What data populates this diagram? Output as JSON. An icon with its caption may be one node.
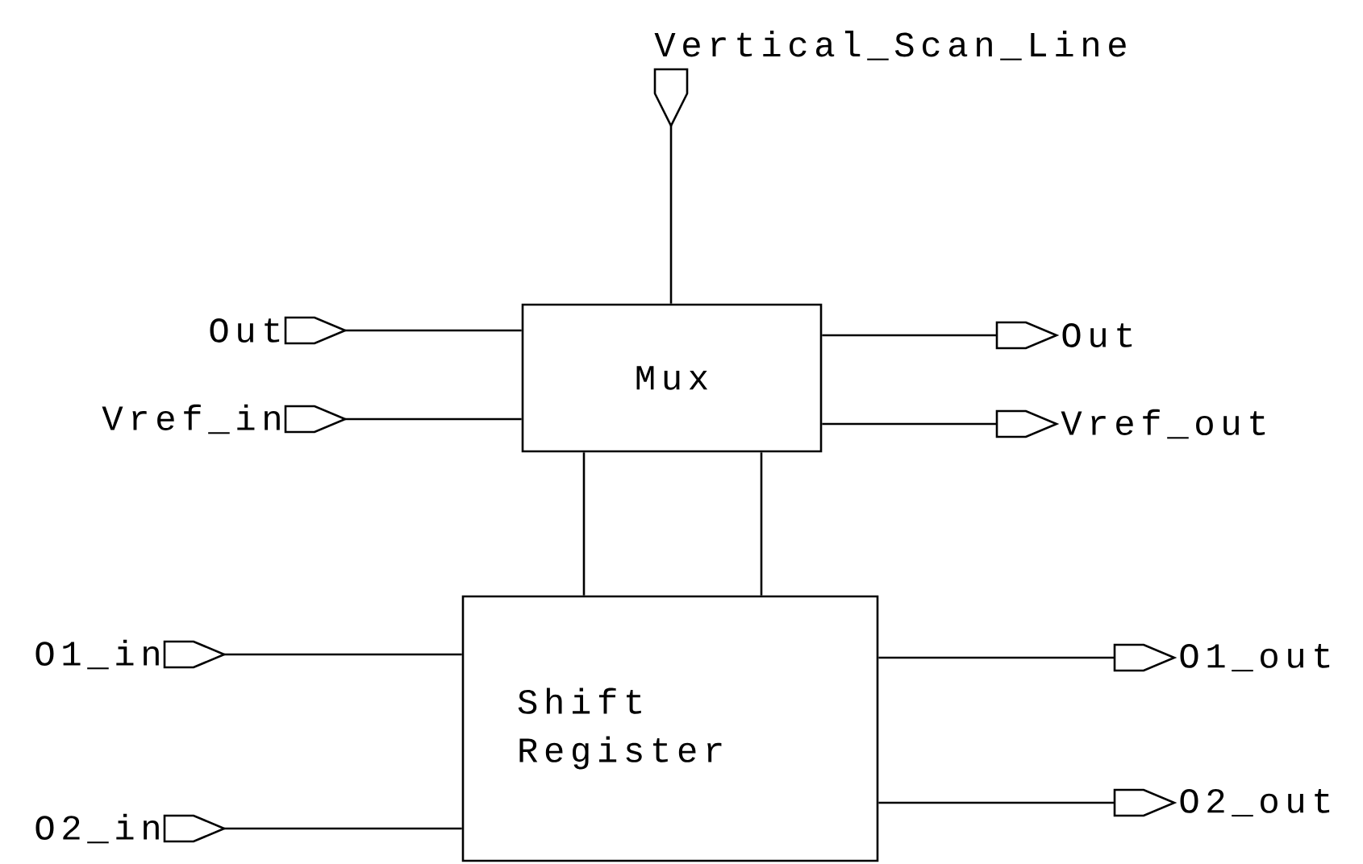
{
  "diagram": {
    "nodes": [
      {
        "text": [
          "Vertical_Scan_Line"
        ]
      },
      {
        "text": [
          "Out"
        ]
      },
      {
        "text": [
          "Mux"
        ]
      },
      {
        "text": [
          "Out"
        ]
      },
      {
        "text": [
          "Vref_in"
        ]
      },
      {
        "text": [
          "Vref_out"
        ]
      },
      {
        "text": [
          "Shift Register"
        ]
      },
      {
        "text": [
          "O1_in"
        ]
      },
      {
        "text": [
          "O1_out"
        ]
      },
      {
        "text": [
          "O2_in"
        ]
      },
      {
        "text": [
          "O2_out"
        ]
      }
    ],
    "edges": [
      {
        "from": 0,
        "to": 2,
        "arrow": "none"
      },
      {
        "from": 1,
        "to": 2,
        "arrow": "none"
      },
      {
        "from": 2,
        "to": 3,
        "arrow": "none"
      },
      {
        "from": 4,
        "to": 2,
        "arrow": "none"
      },
      {
        "from": 2,
        "to": 5,
        "arrow": "none"
      },
      {
        "from": 2,
        "to": 6,
        "arrow": "none"
      },
      {
        "from": 2,
        "to": 6,
        "arrow": "none"
      },
      {
        "from": 7,
        "to": 6,
        "arrow": "none"
      },
      {
        "from": 6,
        "to": 8,
        "arrow": "none"
      },
      {
        "from": 9,
        "to": 6,
        "arrow": "none"
      },
      {
        "from": 6,
        "to": 10,
        "arrow": "none"
      }
    ]
  }
}
